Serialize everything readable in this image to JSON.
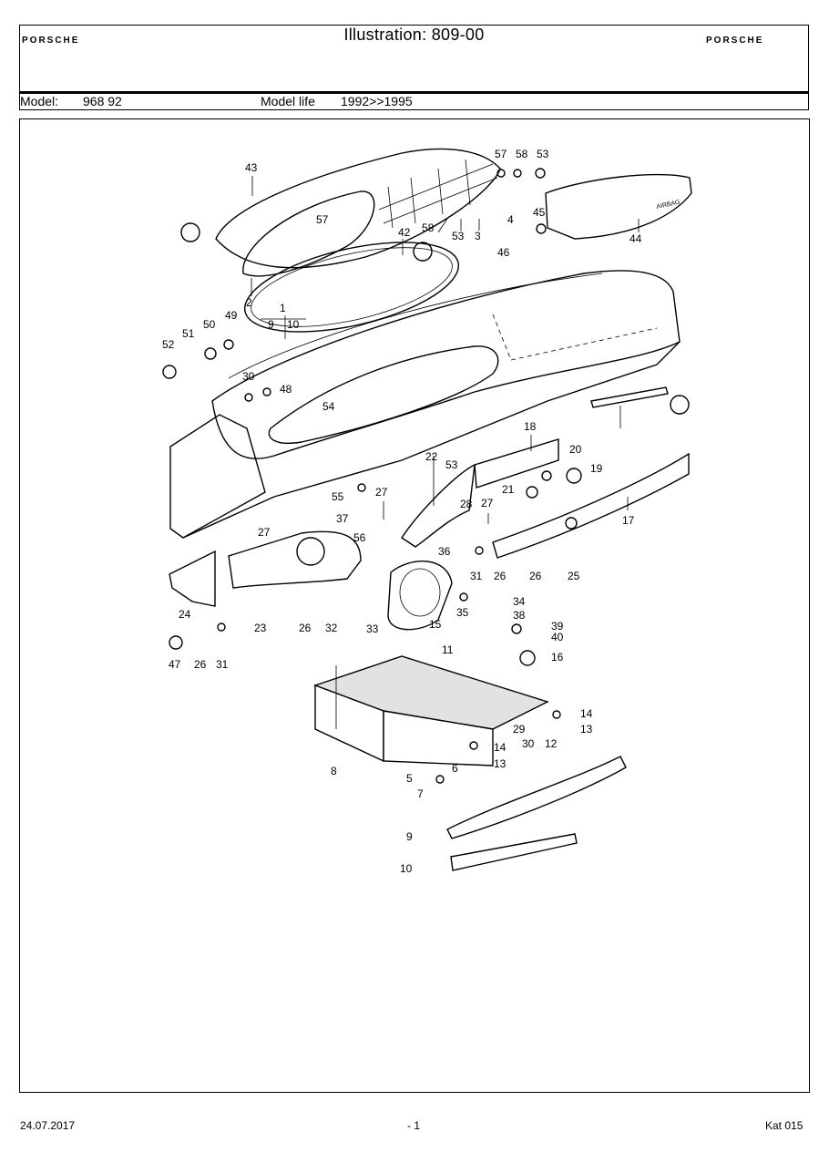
{
  "header": {
    "title": "Illustration: 809-00",
    "brand_left": "PORSCHE",
    "brand_right": "PORSCHE",
    "model_label": "Model:",
    "model_value": "968 92",
    "model_life_label": "Model life",
    "model_life_value": "1992>>1995"
  },
  "diagram": {
    "callouts": [
      "43",
      "57",
      "58",
      "53",
      "57",
      "58",
      "53",
      "3",
      "4",
      "45",
      "46",
      "44",
      "42",
      "AIRBAG",
      "2",
      "1",
      "9",
      "10",
      "49",
      "50",
      "51",
      "52",
      "30",
      "48",
      "54",
      "18",
      "20",
      "19",
      "21",
      "53",
      "22",
      "27",
      "28",
      "27",
      "17",
      "55",
      "37",
      "56",
      "27",
      "24",
      "23",
      "26",
      "32",
      "36",
      "31",
      "26",
      "26",
      "25",
      "33",
      "35",
      "34",
      "38",
      "15",
      "39",
      "40",
      "11",
      "16",
      "47",
      "26",
      "31",
      "14",
      "13",
      "29",
      "30",
      "12",
      "14",
      "13",
      "8",
      "5",
      "6",
      "7",
      "9",
      "10"
    ]
  },
  "footer": {
    "date": "24.07.2017",
    "page": "- 1",
    "catalog": "Kat 015"
  }
}
